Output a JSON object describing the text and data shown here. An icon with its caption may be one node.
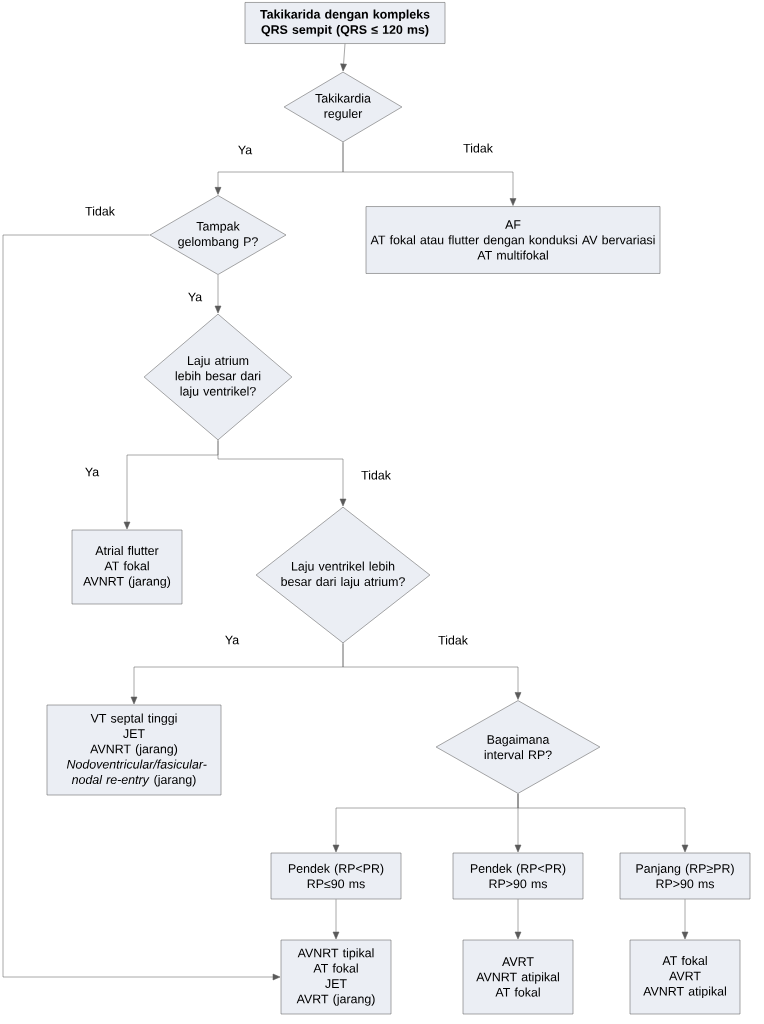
{
  "diagram": {
    "nodes": [
      {
        "text": [
          "Takikarida dengan kompleks QRS sempit (QRS ≤ 120 ms)"
        ]
      },
      {
        "text": [
          "Takikardia reguler"
        ]
      },
      {
        "text": [
          "Tampak gelombang P?"
        ]
      },
      {
        "text": [
          "AF",
          "AT fokal atau flutter dengan konduksi AV bervariasi",
          "AT multifokal"
        ]
      },
      {
        "text": [
          "Laju atrium lebih besar dari laju ventrikel?"
        ]
      },
      {
        "text": [
          "Atrial flutter",
          "AT fokal",
          "AVNRT (jarang)"
        ]
      },
      {
        "text": [
          "Laju ventrikel lebih besar dari laju atrium?"
        ]
      },
      {
        "text": [
          "VT septal tinggi",
          "JET",
          "AVNRT (jarang)",
          "*Nodoventricular/fasicular-nodal re-entry* (jarang)"
        ]
      },
      {
        "text": [
          "Bagaimana interval RP?"
        ]
      },
      {
        "text": [
          "Pendek (RP<PR)",
          "RP≤90 ms"
        ]
      },
      {
        "text": [
          "Pendek (RP<PR)",
          "RP>90 ms"
        ]
      },
      {
        "text": [
          "Panjang (RP≥PR)",
          "RP>90 ms"
        ]
      },
      {
        "text": [
          "AVNRT tipikal",
          "AT fokal",
          "JET",
          "AVRT (jarang)"
        ]
      },
      {
        "text": [
          "AVRT",
          "AVNRT atipikal",
          "AT fokal"
        ]
      },
      {
        "text": [
          "AT fokal",
          "AVRT",
          "AVNRT atipikal"
        ]
      }
    ],
    "edges": [
      {
        "from": 0,
        "to": 1,
        "arrow": "to"
      },
      {
        "from": 1,
        "to": 2,
        "arrow": "to",
        "label": "Ya"
      },
      {
        "from": 1,
        "to": 3,
        "arrow": "to",
        "label": "Tidak"
      },
      {
        "from": 2,
        "to": 4,
        "arrow": "to",
        "label": "Ya"
      },
      {
        "from": 2,
        "to": 12,
        "arrow": "to",
        "label": "Tidak"
      },
      {
        "from": 4,
        "to": 5,
        "arrow": "to",
        "label": "Ya"
      },
      {
        "from": 4,
        "to": 6,
        "arrow": "to",
        "label": "Tidak"
      },
      {
        "from": 6,
        "to": 7,
        "arrow": "to",
        "label": "Ya"
      },
      {
        "from": 6,
        "to": 8,
        "arrow": "to",
        "label": "Tidak"
      },
      {
        "from": 8,
        "to": 9,
        "arrow": "to"
      },
      {
        "from": 8,
        "to": 10,
        "arrow": "to"
      },
      {
        "from": 8,
        "to": 11,
        "arrow": "to"
      },
      {
        "from": 9,
        "to": 12,
        "arrow": "to"
      },
      {
        "from": 10,
        "to": 13,
        "arrow": "to"
      },
      {
        "from": 11,
        "to": 14,
        "arrow": "to"
      }
    ]
  }
}
